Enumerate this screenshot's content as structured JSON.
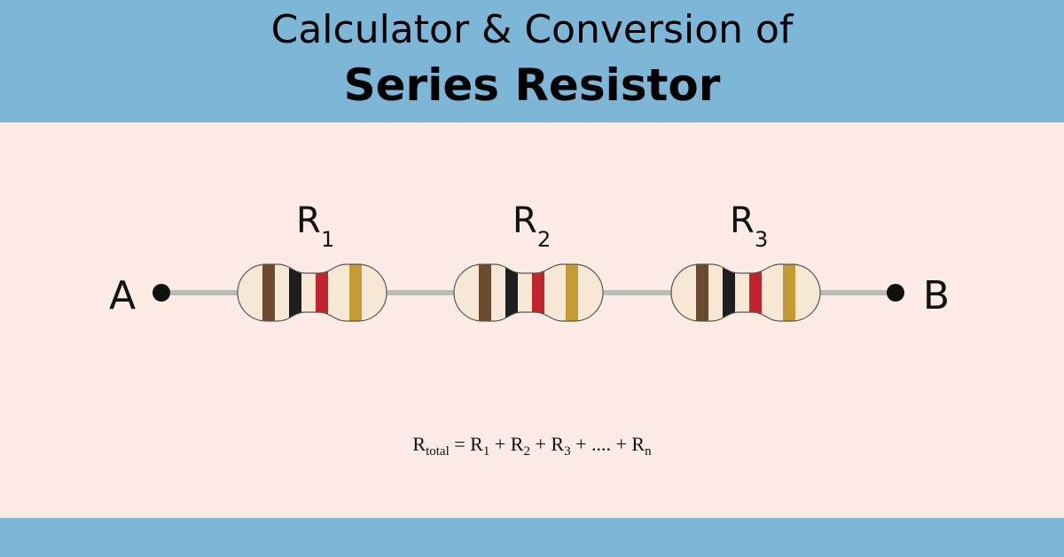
{
  "header": {
    "title_line1": "Calculator & Conversion of",
    "title_line2": "Series Resistor"
  },
  "diagram": {
    "terminal_left": "A",
    "terminal_right": "B",
    "resistors": [
      {
        "label": "R",
        "sub": "1"
      },
      {
        "label": "R",
        "sub": "2"
      },
      {
        "label": "R",
        "sub": "3"
      }
    ],
    "band_colors": [
      "#6B4A2F",
      "#1E1E1E",
      "#C0242C",
      "#C49A35"
    ],
    "body_color": "#F7E8D6",
    "wire_color": "#BBBBBB"
  },
  "formula": {
    "lhs": "R",
    "lhs_sub": "total",
    "eq": "=",
    "terms": [
      {
        "base": "R",
        "sub": "1",
        "sep": " + "
      },
      {
        "base": "R",
        "sub": "2",
        "sep": " + "
      },
      {
        "base": "R",
        "sub": "3",
        "sep": " + .... + "
      },
      {
        "base": "R",
        "sub": "n",
        "sep": ""
      }
    ]
  }
}
